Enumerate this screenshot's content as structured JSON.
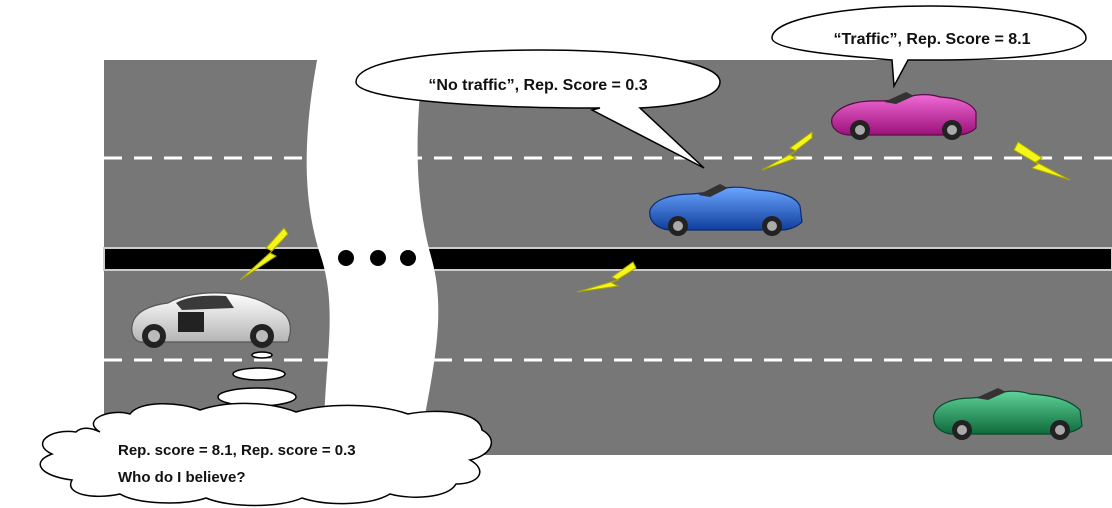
{
  "bubbles": {
    "traffic": "“Traffic”, Rep. Score = 8.1",
    "no_traffic": "“No traffic”, Rep. Score = 0.3"
  },
  "thought": {
    "line1": "Rep. score = 8.1, Rep. score = 0.3",
    "line2": "Who do I believe?"
  },
  "ellipsis": "•••",
  "cars": {
    "magenta": "magenta-convertible-car",
    "blue": "blue-convertible-car",
    "white": "white-sports-car",
    "green": "green-convertible-car"
  },
  "colors": {
    "road": "#777777",
    "median": "#000000",
    "lane_marking": "#ffffff",
    "lightning": "#f5f51a",
    "magenta_car": "#d81fb0",
    "blue_car": "#1f5fd6",
    "white_car": "#e6e6e6",
    "green_car": "#1c9a5a"
  }
}
